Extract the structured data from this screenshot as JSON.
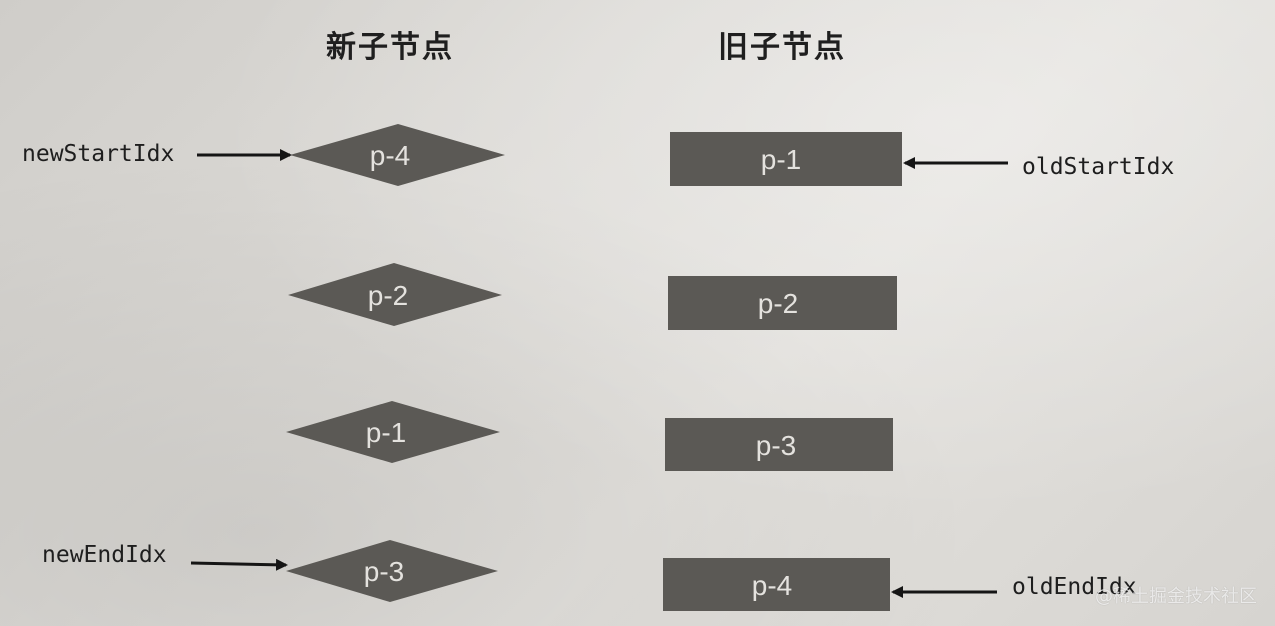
{
  "headings": {
    "new_children": "新子节点",
    "old_children": "旧子节点"
  },
  "new_nodes": [
    "p-4",
    "p-2",
    "p-1",
    "p-3"
  ],
  "old_nodes": [
    "p-1",
    "p-2",
    "p-3",
    "p-4"
  ],
  "pointers": {
    "new_start": "newStartIdx",
    "new_end": "newEndIdx",
    "old_start": "oldStartIdx",
    "old_end": "oldEndIdx"
  },
  "watermark": "@稀土掘金技术社区",
  "colors": {
    "node_fill": "#5b5955",
    "node_text": "#e4e2de",
    "arrow": "#151515",
    "text": "#1f1f1f"
  }
}
